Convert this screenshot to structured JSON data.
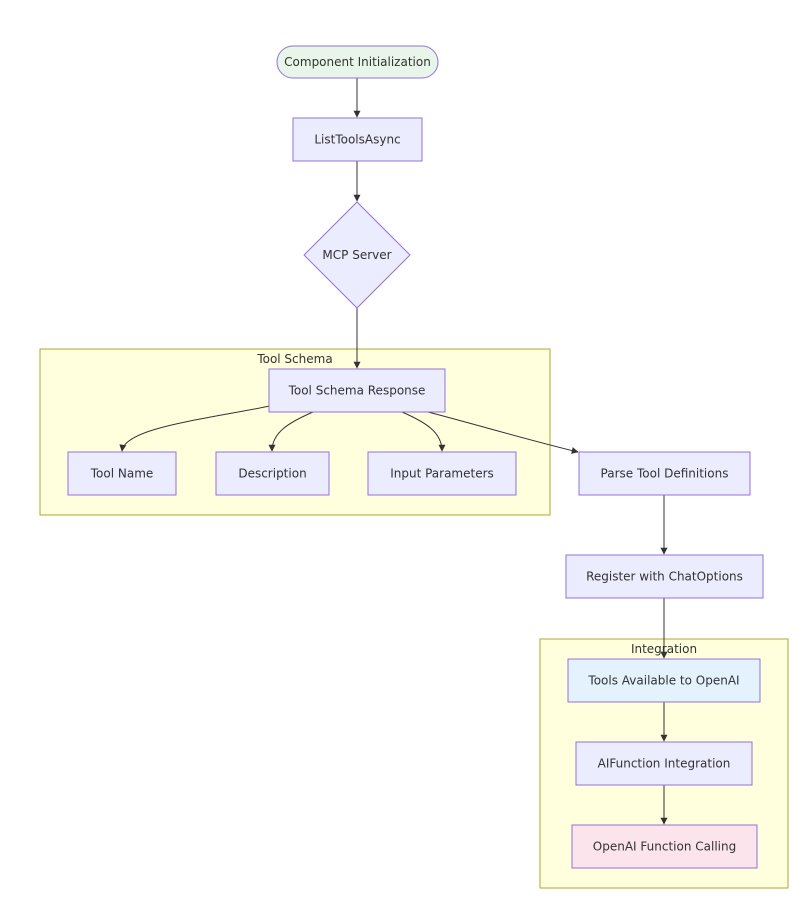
{
  "colors": {
    "node_fill": "#ececff",
    "node_stroke": "#9370db",
    "start_fill": "#e8f5e9",
    "openai_fill": "#e3f2fd",
    "end_fill": "#fce4ec",
    "cluster_fill": "#ffffde",
    "cluster_stroke": "#aaaa33",
    "edge": "#333333",
    "text": "#333333"
  },
  "clusters": {
    "tool_schema": {
      "label": "Tool Schema"
    },
    "integration": {
      "label": "Integration"
    }
  },
  "nodes": {
    "component_init": {
      "label": "Component Initialization",
      "shape": "stadium"
    },
    "list_tools_async": {
      "label": "ListToolsAsync",
      "shape": "rect"
    },
    "mcp_server": {
      "label": "MCP Server",
      "shape": "diamond"
    },
    "tool_schema_response": {
      "label": "Tool Schema Response",
      "shape": "rect"
    },
    "tool_name": {
      "label": "Tool Name",
      "shape": "rect"
    },
    "description": {
      "label": "Description",
      "shape": "rect"
    },
    "input_parameters": {
      "label": "Input Parameters",
      "shape": "rect"
    },
    "parse_tool_definitions": {
      "label": "Parse Tool Definitions",
      "shape": "rect"
    },
    "register_chat_options": {
      "label": "Register with ChatOptions",
      "shape": "rect"
    },
    "tools_available_openai": {
      "label": "Tools Available to OpenAI",
      "shape": "rect"
    },
    "aifunction_integration": {
      "label": "AIFunction Integration",
      "shape": "rect"
    },
    "openai_function_calling": {
      "label": "OpenAI Function Calling",
      "shape": "rect"
    }
  },
  "edges": [
    {
      "from": "component_init",
      "to": "list_tools_async"
    },
    {
      "from": "list_tools_async",
      "to": "mcp_server"
    },
    {
      "from": "mcp_server",
      "to": "tool_schema_response"
    },
    {
      "from": "tool_schema_response",
      "to": "tool_name"
    },
    {
      "from": "tool_schema_response",
      "to": "description"
    },
    {
      "from": "tool_schema_response",
      "to": "input_parameters"
    },
    {
      "from": "tool_schema_response",
      "to": "parse_tool_definitions"
    },
    {
      "from": "parse_tool_definitions",
      "to": "register_chat_options"
    },
    {
      "from": "register_chat_options",
      "to": "tools_available_openai"
    },
    {
      "from": "tools_available_openai",
      "to": "aifunction_integration"
    },
    {
      "from": "aifunction_integration",
      "to": "openai_function_calling"
    }
  ]
}
